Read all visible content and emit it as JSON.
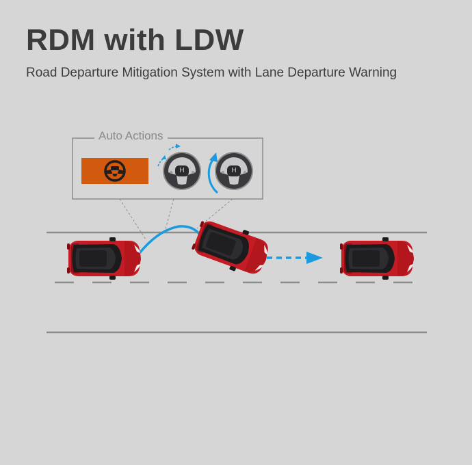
{
  "title": "RDM with LDW",
  "subtitle": "Road Departure Mitigation System with Lane Departure Warning",
  "auto_actions": {
    "label": "Auto Actions",
    "steering_wheel_logo": "H"
  },
  "colors": {
    "background": "#d6d6d6",
    "text": "#3c3c3c",
    "warning_orange": "#d25a0e",
    "path_blue": "#1a9be0",
    "car_red": "#c41c24",
    "road_line": "#8c8c8c"
  },
  "icons": [
    "steering-warning-icon",
    "steering-wheel-icon",
    "steering-wheel-icon",
    "car-icon",
    "arrow-icon"
  ]
}
